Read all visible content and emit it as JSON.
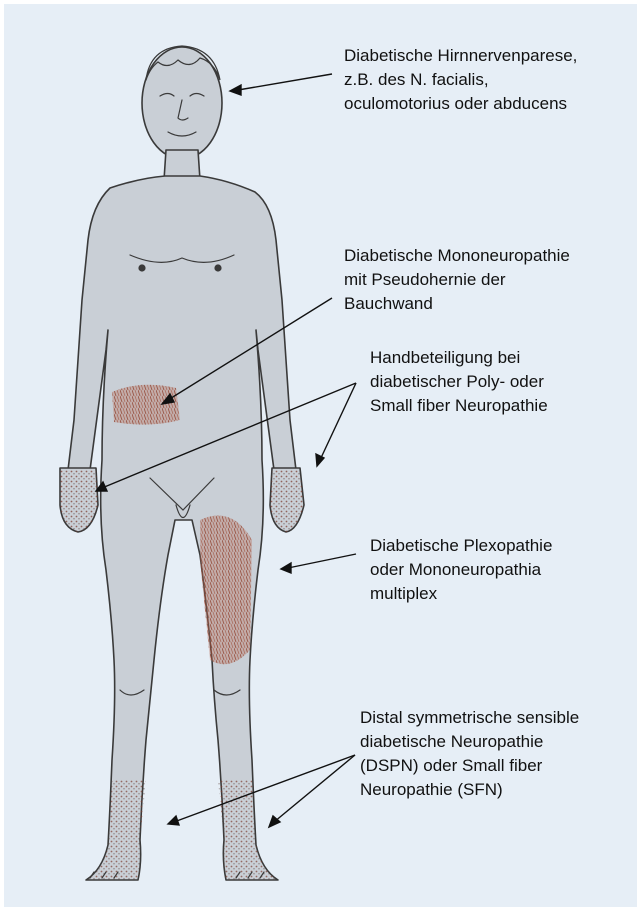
{
  "colors": {
    "panel_background": "#e6eef6",
    "figure_shading": "#c7cdd4",
    "pencil_outline": "#3a3a3a",
    "affected_area_reddish": "#a35a44",
    "arrow": "#111111"
  },
  "labels": {
    "cranial": "Diabetische Hirnnervenparese,\nz.B. des N. facialis,\noculomotorius oder abducens",
    "truncal": "Diabetische Mononeuropathie\nmit Pseudohernie der\nBauchwand",
    "hand": "Handbeteiligung bei\ndiabetischer Poly- oder\nSmall fiber Neuropathie",
    "plexus": "Diabetische Plexopathie\noder Mononeuropathia\nmultiplex",
    "distal": "Distal symmetrische sensible\ndiabetische Neuropathie\n(DSPN) oder Small fiber\nNeuropathie (SFN)"
  },
  "figure": {
    "subject": "male body, front view, pencil sketch",
    "highlighted_regions": [
      "abdominal wall",
      "hands",
      "left thigh",
      "lower legs and feet"
    ]
  }
}
